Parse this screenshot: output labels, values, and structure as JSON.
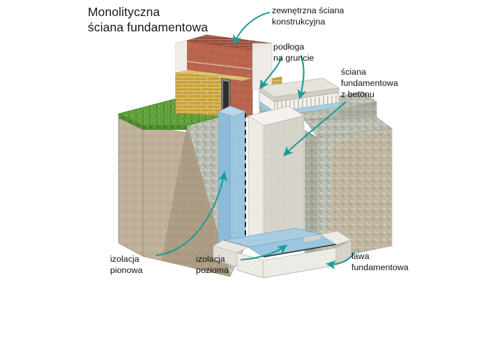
{
  "title": {
    "line1": "Monolityczna",
    "line2": "ściana fundamentowa",
    "full": "Monolityczna ściana fundamentowa"
  },
  "language": "pl",
  "diagram_type": "architectural cross-section",
  "callouts": [
    {
      "id": "external-structural-wall",
      "line1": "zewnętrzna ściana",
      "line2": "konstrukcyjna",
      "points_to": "brick masonry wall at top of section"
    },
    {
      "id": "floor-on-ground",
      "line1": "podłoga",
      "line2": "na gruncie",
      "points_to": "layered ground-bearing floor slab"
    },
    {
      "id": "concrete-foundation-wall",
      "line1": "ściana",
      "line2": "fundamentowa",
      "line3": "z betonu",
      "points_to": "white concrete foundation wall"
    },
    {
      "id": "vertical-insulation",
      "line1": "izolacja",
      "line2": "pionowa",
      "points_to": "blue vertical damp-proof membrane"
    },
    {
      "id": "horizontal-insulation",
      "line1": "izolacja",
      "line2": "pozioma",
      "points_to": "blue horizontal damp-proof course on footing"
    },
    {
      "id": "foundation-footing",
      "line1": "ława",
      "line2": "fundamentowa",
      "points_to": "concrete strip footing at base"
    }
  ],
  "colors": {
    "background": "#ffffff",
    "leader_teal": "#1a9e96",
    "brick_red": "#b5604a",
    "brick_red_dark": "#9a4f3d",
    "block_yellow": "#c9a23c",
    "block_yellow_light": "#ddc268",
    "insulation_white": "#eceae4",
    "insulation_shade": "#d6d3cb",
    "grass_green": "#5f9e3a",
    "grass_dark": "#3f7a28",
    "soil_tan": "#bfb09a",
    "soil_tan_dark": "#a89madjust",
    "gravel_grey": "#b9bcae",
    "membrane_blue": "#9cc5de",
    "membrane_blue_dark": "#7fb2d2",
    "concrete_white": "#eeece7",
    "concrete_grey": "#c9c7c0",
    "outline_dark": "#2a2a2a",
    "text": "#17171a"
  }
}
